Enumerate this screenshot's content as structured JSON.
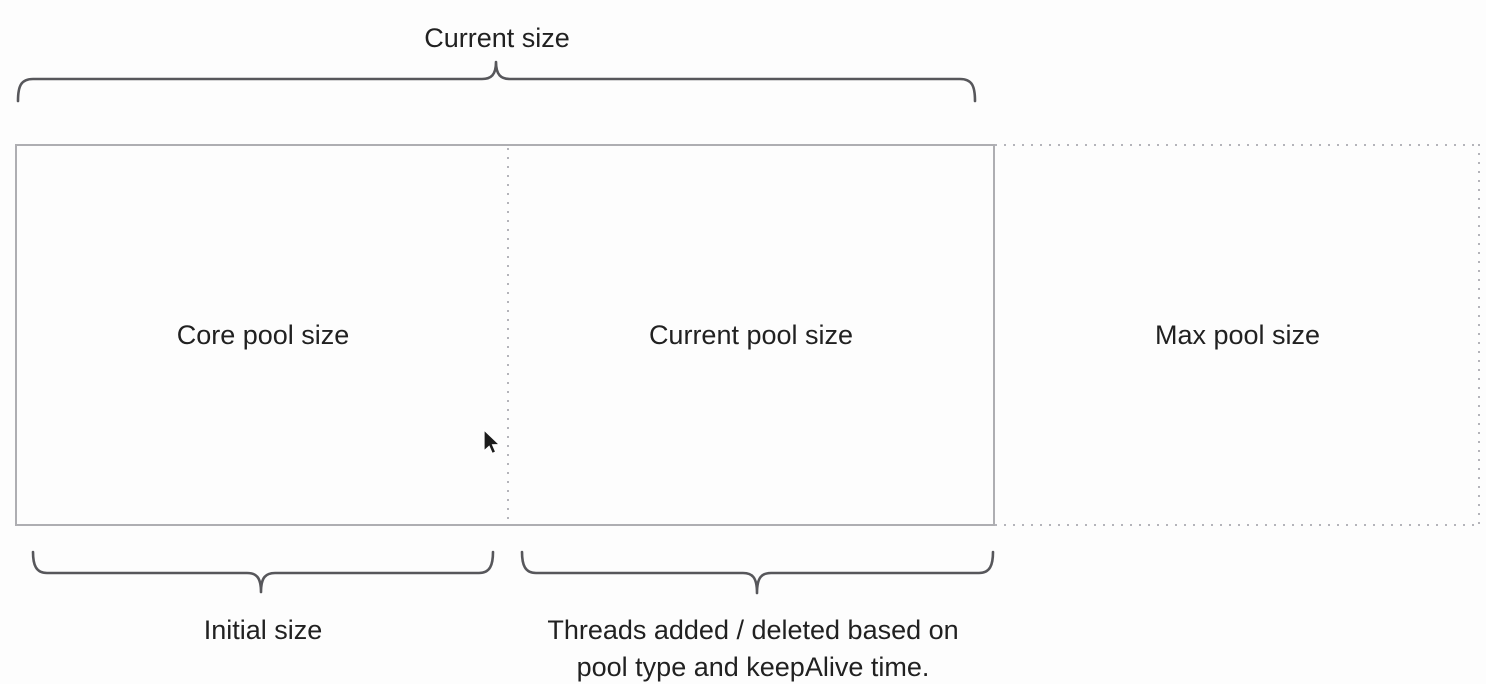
{
  "diagram": {
    "top_brace": {
      "label": "Current size"
    },
    "boxes": [
      {
        "label": "Core pool size"
      },
      {
        "label": "Current pool size"
      },
      {
        "label": "Max pool size"
      }
    ],
    "bottom": {
      "initial_label": "Initial size",
      "threads_label_lines": [
        "Threads added / deleted based on",
        "pool type and keepAlive time."
      ]
    },
    "icons": {
      "cursor": "arrow-pointer"
    },
    "colors": {
      "background": "#fdfdfd",
      "text": "#212121",
      "solid_border": "#aeaeb2",
      "dotted_border": "#b4b4ba",
      "brace_stroke": "#57575b"
    }
  }
}
